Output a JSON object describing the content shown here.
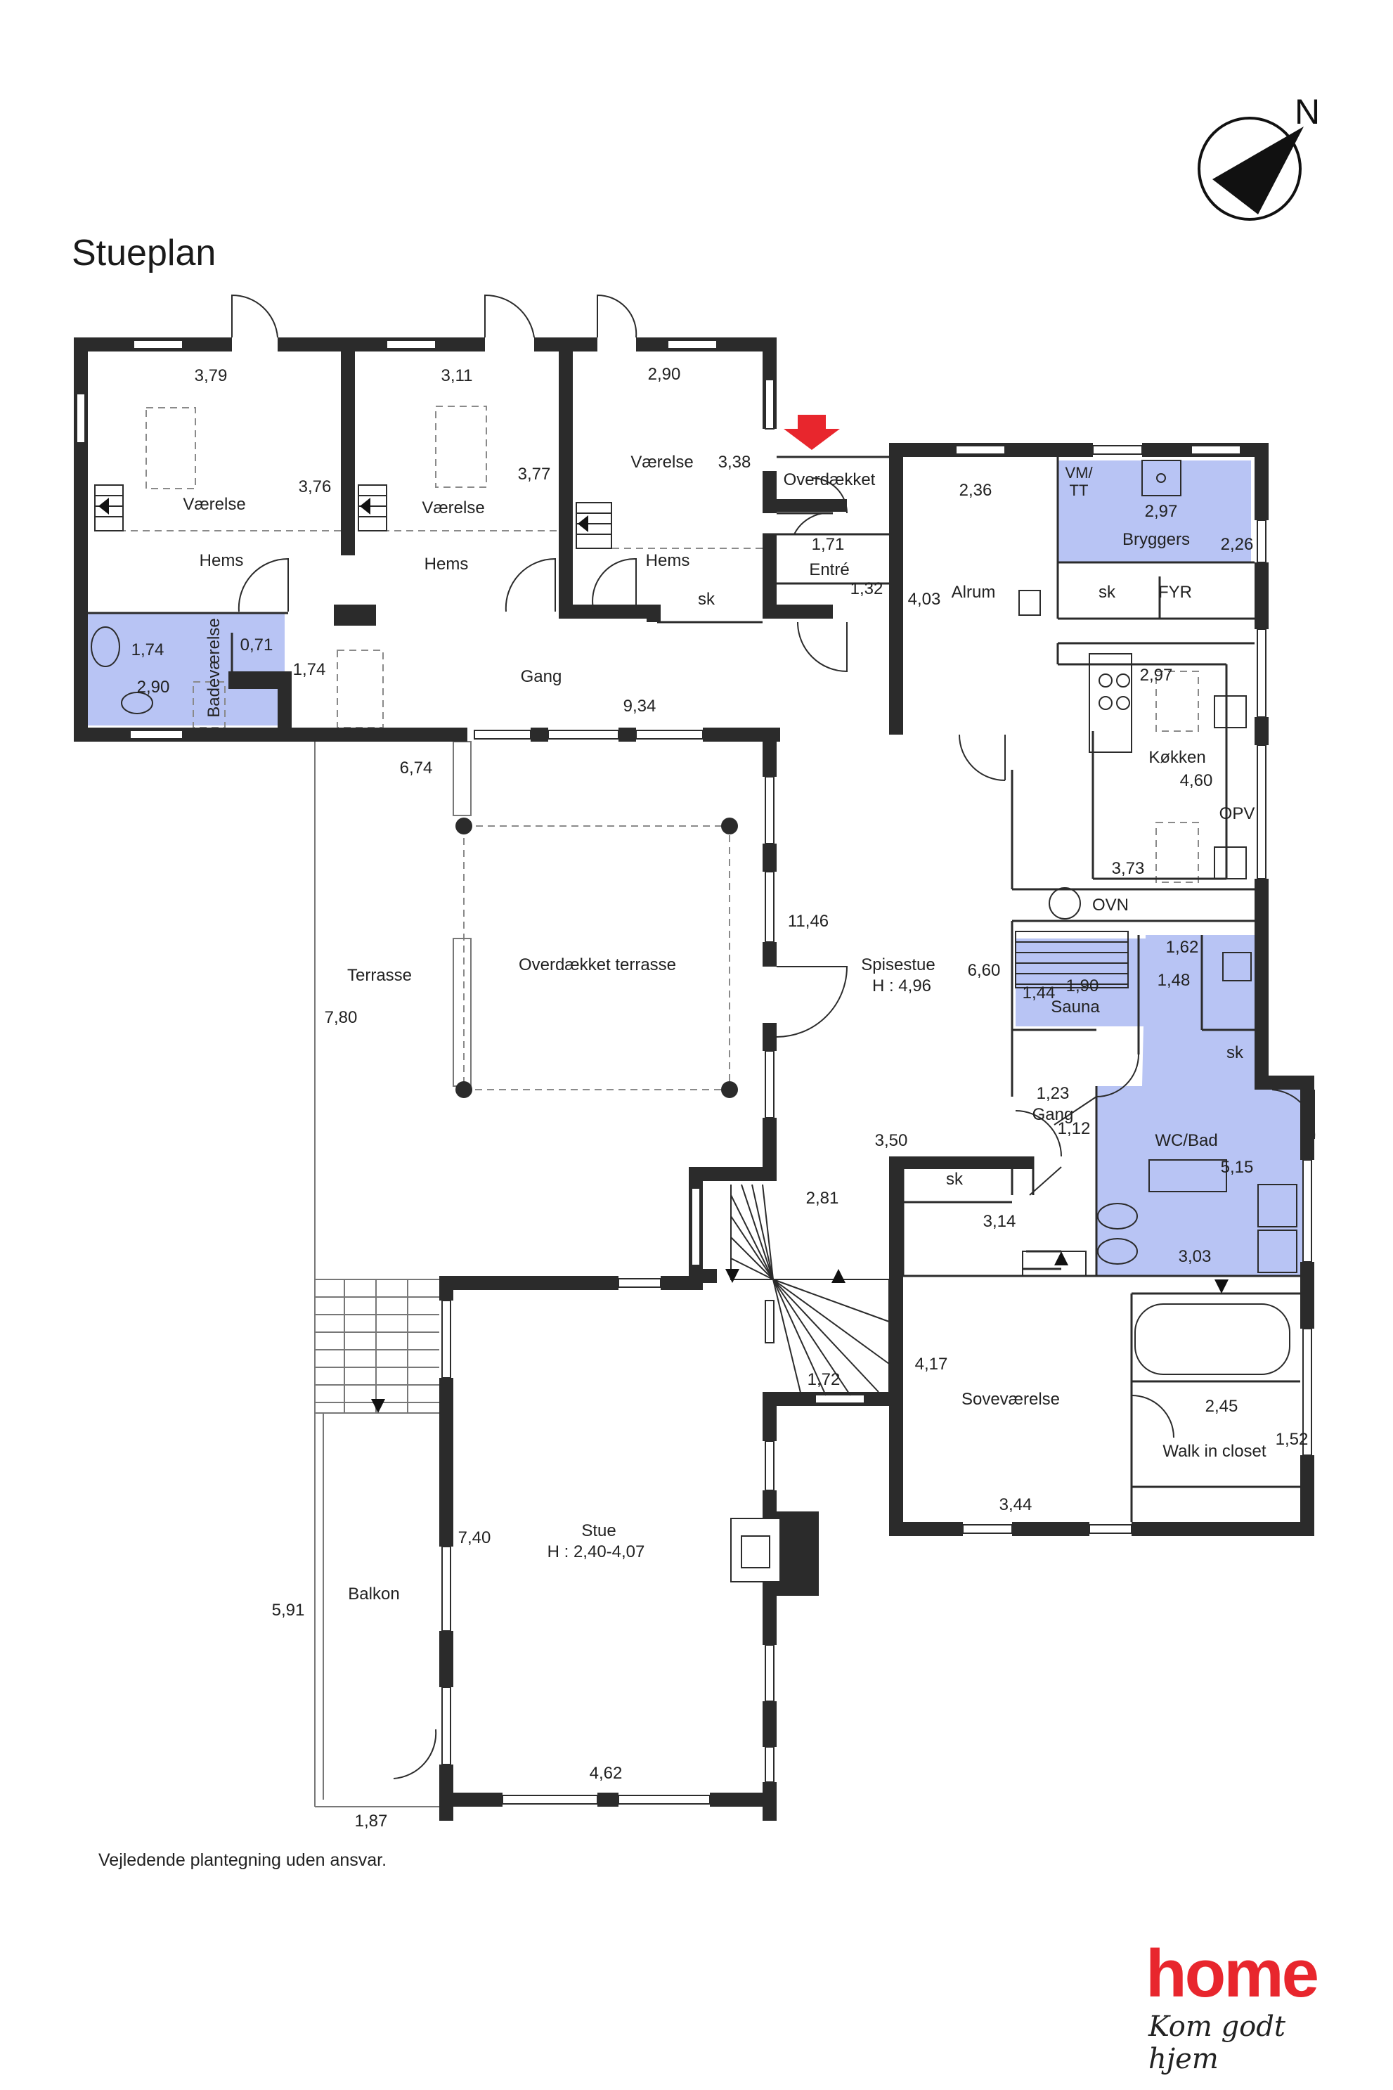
{
  "title": "Stueplan",
  "north": "N",
  "disclaimer": "Vejledende plantegning uden ansvar.",
  "brand": {
    "name": "home",
    "slogan": "Kom godt hjem",
    "color": "#e8262d"
  },
  "colors": {
    "wall": "#2b2b2b",
    "wet_room": "#b8c4f4",
    "entrance_arrow": "#e8262d"
  },
  "labels": {
    "v1_name": "Værelse",
    "v1_hems": "Hems",
    "v1_w": "3,79",
    "v1_d": "3,76",
    "v2_name": "Værelse",
    "v2_hems": "Hems",
    "v2_w": "3,11",
    "v2_d": "3,77",
    "v3_name": "Værelse",
    "v3_hems": "Hems",
    "v3_w": "2,90",
    "v3_d": "3,38",
    "bad_name": "Badeværelse",
    "bad_a": "1,74",
    "bad_b": "2,90",
    "gang_name": "Gang",
    "gang_a": "0,71",
    "gang_b": "1,74",
    "gang_len": "9,34",
    "sk1": "sk",
    "overdaekket": "Overdækket",
    "entre_name": "Entré",
    "entre_a": "1,71",
    "entre_b": "1,32",
    "alrum_name": "Alrum",
    "alrum_w": "2,36",
    "alrum_d": "4,03",
    "vmtt_1": "VM/",
    "vmtt_2": "TT",
    "bryggers_name": "Bryggers",
    "bryggers_w": "2,97",
    "bryggers_d": "2,26",
    "sk2": "sk",
    "fyr": "FYR",
    "koekken_name": "Køkken",
    "koekken_w": "2,97",
    "koekken_d": "4,60",
    "koekken_b": "3,73",
    "opv": "OPV",
    "ovn": "OVN",
    "terrasse_w": "6,74",
    "terrasse_name": "Terrasse",
    "terrasse_d": "7,80",
    "ov_terrasse": "Overdækket terrasse",
    "spise_name": "Spisestue",
    "spise_h": "H : 4,96",
    "spise_len": "11,46",
    "spise_w": "6,60",
    "spise_b": "3,50",
    "spise_c": "2,81",
    "sauna_name": "Sauna",
    "sauna_w": "1,90",
    "sauna_d": "1,44",
    "wc_a": "1,62",
    "wc_b": "1,48",
    "sk3": "sk",
    "gang2_name": "Gang",
    "gang2_a": "1,23",
    "gang2_b": "1,12",
    "wcbad_name": "WC/Bad",
    "wcbad_d": "5,15",
    "wcbad_w": "3,03",
    "sk4": "sk",
    "bad_bed_w": "3,14",
    "sov_name": "Soveværelse",
    "sov_d": "4,17",
    "sov_w": "3,44",
    "trappe": "1,72",
    "walkin_name": "Walk in closet",
    "walkin_w": "2,45",
    "walkin_d": "1,52",
    "stue_name": "Stue",
    "stue_h": "H : 2,40-4,07",
    "stue_d": "7,40",
    "stue_w": "4,62",
    "balkon_name": "Balkon",
    "balkon_d": "5,91",
    "balkon_w": "1,87"
  }
}
